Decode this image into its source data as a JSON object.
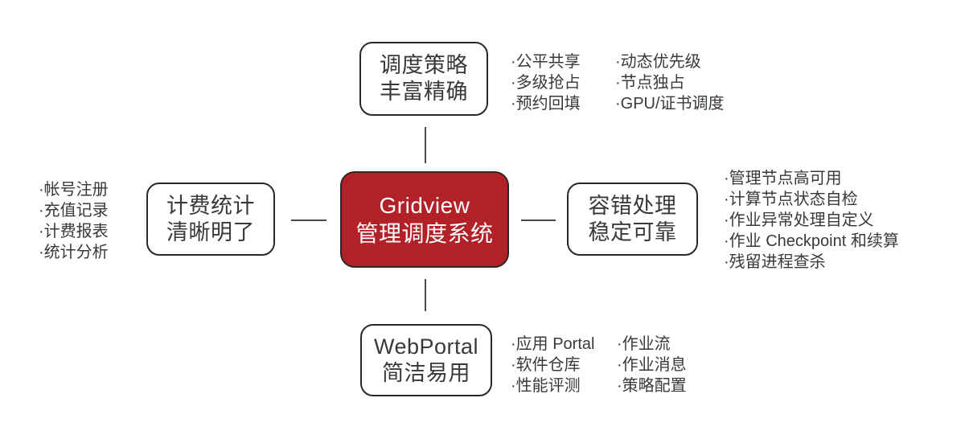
{
  "colors": {
    "accent_red": "#B22127",
    "border_dark": "#2B2826",
    "text_dark": "#3C3836",
    "connector": "#4F4A48",
    "page_bg": "#FFFFFF"
  },
  "center": {
    "line1": "Gridview",
    "line2": "管理调度系统"
  },
  "nodes": {
    "top": {
      "title_line1": "调度策略",
      "title_line2": "丰富精确",
      "features_col1": [
        "·公平共享",
        "·多级抢占",
        "·预约回填"
      ],
      "features_col2": [
        "·动态优先级",
        "·节点独占",
        "·GPU/证书调度"
      ]
    },
    "left": {
      "title_line1": "计费统计",
      "title_line2": "清晰明了",
      "features": [
        "·帐号注册",
        "·充值记录",
        "·计费报表",
        "·统计分析"
      ]
    },
    "right": {
      "title_line1": "容错处理",
      "title_line2": "稳定可靠",
      "features": [
        "·管理节点高可用",
        "·计算节点状态自检",
        "·作业异常处理自定义",
        "·作业 Checkpoint 和续算",
        "·残留进程查杀"
      ]
    },
    "bottom": {
      "title_line1": "WebPortal",
      "title_line2": "简洁易用",
      "features_col1": [
        "·应用 Portal",
        "·软件仓库",
        "·性能评测"
      ],
      "features_col2": [
        "·作业流",
        "·作业消息",
        "·策略配置"
      ]
    }
  }
}
